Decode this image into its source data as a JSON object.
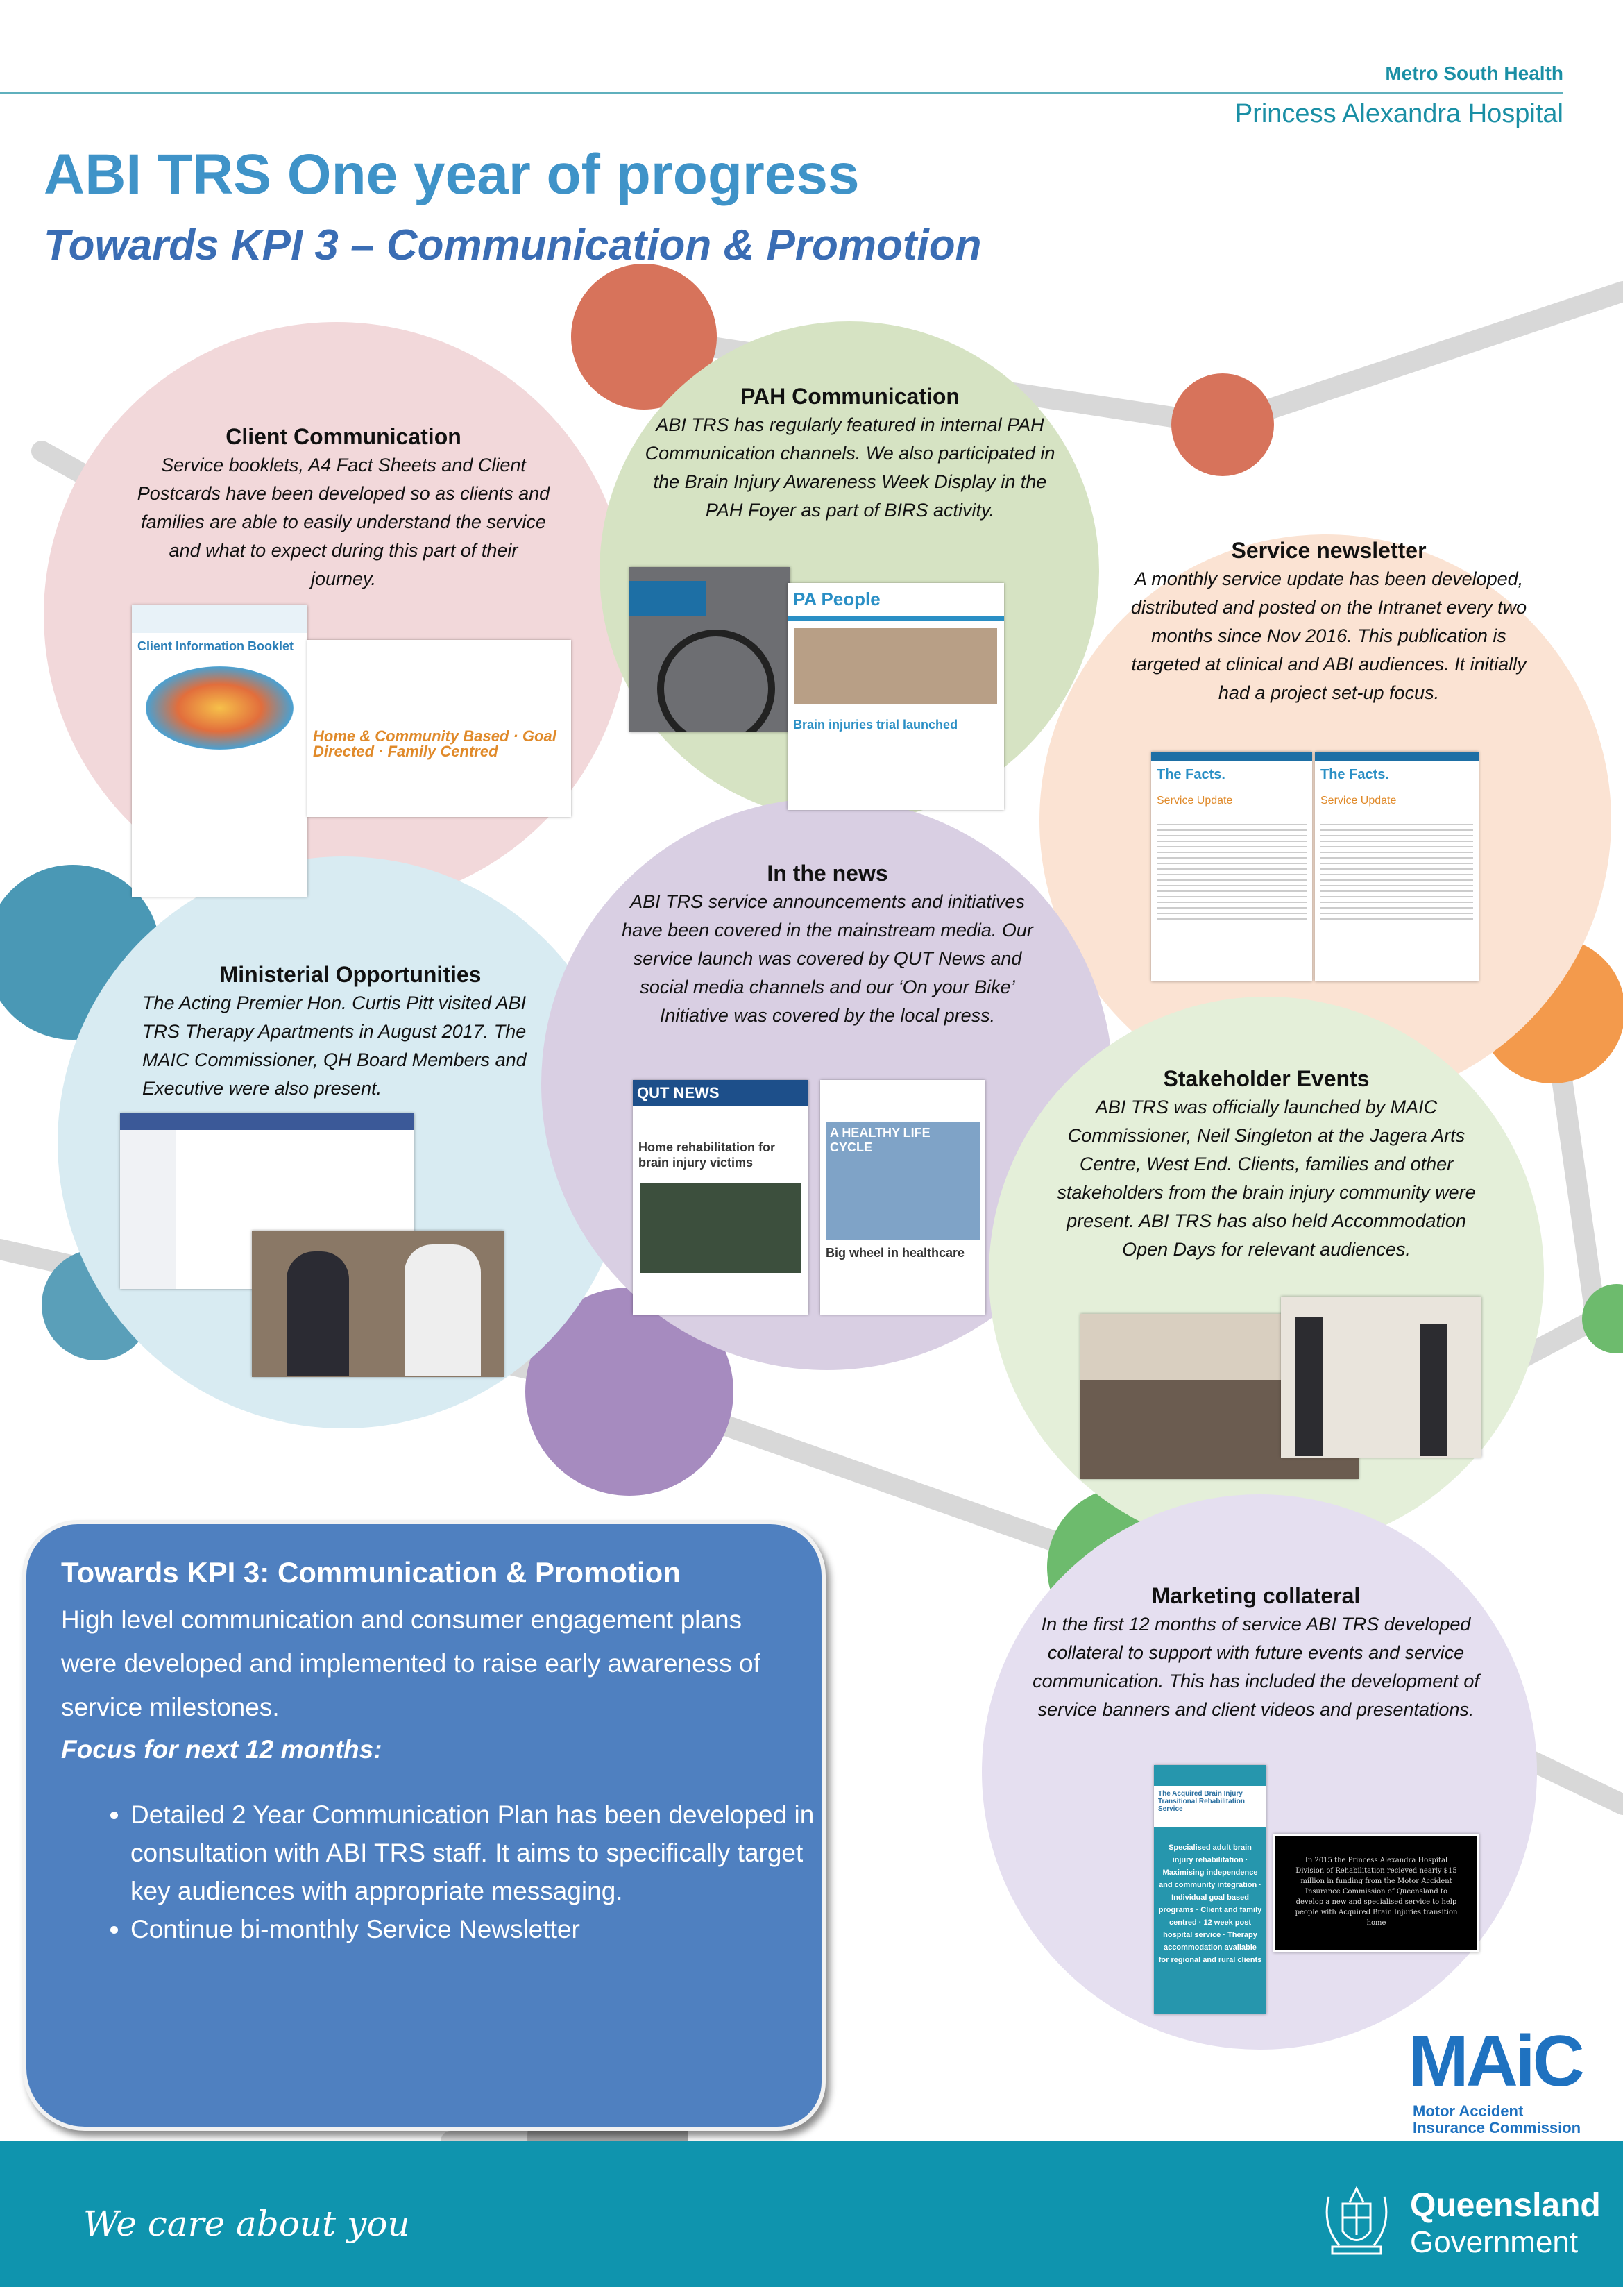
{
  "header": {
    "org": "Metro South Health",
    "hospital": "Princess Alexandra Hospital"
  },
  "title": "ABI TRS One year of progress",
  "subtitle": "Towards KPI 3 – Communication & Promotion",
  "sections": {
    "client": {
      "title": "Client Communication",
      "body": "Service booklets, A4 Fact Sheets and Client Postcards have been developed so as clients and families are able to easily understand the service and what to expect during this part of their journey."
    },
    "pah": {
      "title": "PAH Communication",
      "body": "ABI TRS has regularly featured in internal PAH Communication channels. We also participated in the Brain Injury Awareness Week Display in the PAH Foyer as part of BIRS activity."
    },
    "newsletter": {
      "title": "Service newsletter",
      "body": "A monthly service update has been developed, distributed and posted on the Intranet every two months since Nov 2016. This publication is targeted at clinical and ABI audiences. It initially had a project set-up focus."
    },
    "news": {
      "title": "In the news",
      "body": "ABI TRS service announcements and initiatives have been covered in the mainstream media. Our service launch was covered by QUT News and social media channels and our ‘On your Bike’ Initiative was covered by the local press."
    },
    "ministerial": {
      "title": "Ministerial Opportunities",
      "body": "The Acting Premier Hon. Curtis Pitt visited ABI TRS Therapy Apartments in August 2017. The MAIC Commissioner, QH Board Members and Executive were also present."
    },
    "stakeholder": {
      "title": "Stakeholder Events",
      "body": "ABI TRS was officially launched by MAIC Commissioner, Neil Singleton at the Jagera Arts Centre, West End. Clients, families and other stakeholders from the brain injury community were present. ABI TRS has also held Accommodation Open Days for relevant audiences."
    },
    "marketing": {
      "title": "Marketing collateral",
      "body": "In the first 12 months of service ABI TRS developed collateral to support with future events and service communication. This has included the development of service banners and client videos and presentations."
    }
  },
  "images": {
    "booklet": "Client Information Booklet",
    "factsheet": "Home & Community Based · Goal Directed · Family Centred",
    "pah_people": "PA People",
    "trial": "Brain injuries trial launched",
    "facts": "The Facts.",
    "service_update": "Service Update",
    "qut": "QUT NEWS",
    "qut_headline": "Home rehabilitation for brain injury victims",
    "healthy": "A HEALTHY LIFE CYCLE",
    "wheel": "Big wheel in healthcare",
    "banner_title": "The Acquired Brain Injury Transitional Rehabilitation Service",
    "banner_points": "Specialised adult brain injury rehabilitation · Maximising independence and community integration · Individual goal based programs · Client and family centred · 12 week post hospital service · Therapy accommodation available for regional and rural clients",
    "video": "In 2015 the Princess Alexandra Hospital Division of Rehabilitation recieved nearly $15 million in funding from the Motor Accident Insurance Commission of Queensland to develop a new and specialised service to help people with Acquired Brain Injuries transition home"
  },
  "kpi": {
    "title": "Towards KPI 3: Communication & Promotion",
    "body": "High level communication and consumer engagement plans were developed and implemented to raise early awareness of service milestones.",
    "focus": "Focus for next 12 months:",
    "bullets": [
      "Detailed 2 Year Communication Plan has been developed in consultation with ABI TRS staff. It aims to specifically target key audiences with appropriate messaging.",
      "Continue bi-monthly Service Newsletter"
    ]
  },
  "maic": {
    "logo": "MAiC",
    "line1": "Motor Accident",
    "line2": "Insurance Commission"
  },
  "footer": {
    "tagline": "We care about you",
    "gov1": "Queensland",
    "gov2": "Government"
  },
  "colors": {
    "teal": "#0f94ae",
    "title": "#3f93c8",
    "kpi": "#4f80c0",
    "maic": "#1f72c0"
  }
}
